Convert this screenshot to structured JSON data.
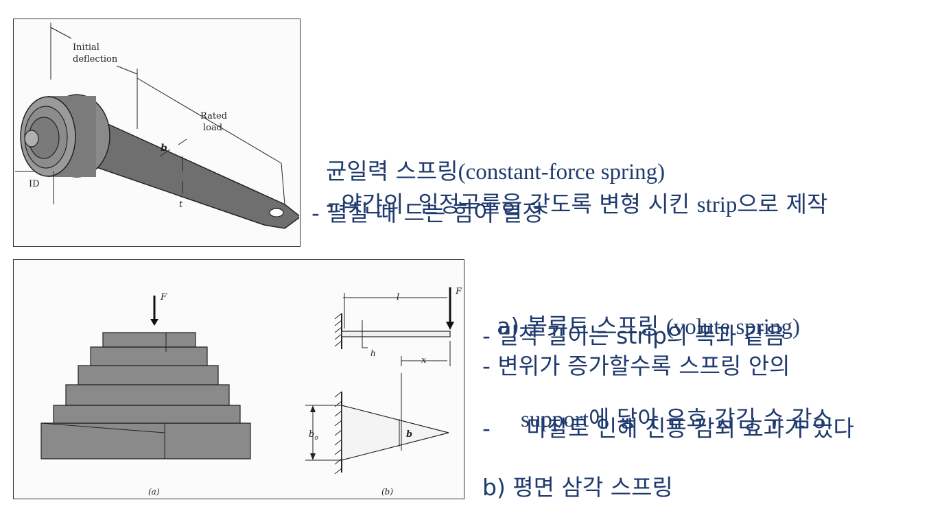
{
  "figure1": {
    "labels": {
      "initial_deflection_1": "Initial",
      "initial_deflection_2": "deflection",
      "rated_load_1": "Rated",
      "rated_load_2": "load",
      "width": "b",
      "thickness": "t",
      "inner_diameter": "ID"
    }
  },
  "figure2": {
    "labels": {
      "force_a": "F",
      "force_b": "F",
      "length": "l",
      "height": "h",
      "x_dist": "x",
      "base_width": "b",
      "base_width_sub": "o",
      "local_width": "b",
      "caption_a": "(a)",
      "caption_b": "(b)"
    }
  },
  "section1": {
    "title_ko": "균일력 스프링",
    "title_en": "(constant-force spring)",
    "line2_a": "- 약간의  일정곡률을 갖도록 변형 시킨 ",
    "line2_b": "strip",
    "line2_c": "으로 제작",
    "line3": "- 펼칠 때 드는 힘이 일정"
  },
  "section2": {
    "title_ko": "a) 볼류트 스프링 ",
    "title_en": "(volute spring)",
    "line2": "- 밀착 길이는 strip의 폭과 같음",
    "line3": "- 변위가 증가할수록 스프링 안의",
    "line4_a": "support",
    "line4_b": "에 닿아 유효 감김 수 감소",
    "line5": "-     마찰로 인해 진동 감쇠 효과가 있다",
    "line6": "b) 평면 삼각 스프링"
  }
}
